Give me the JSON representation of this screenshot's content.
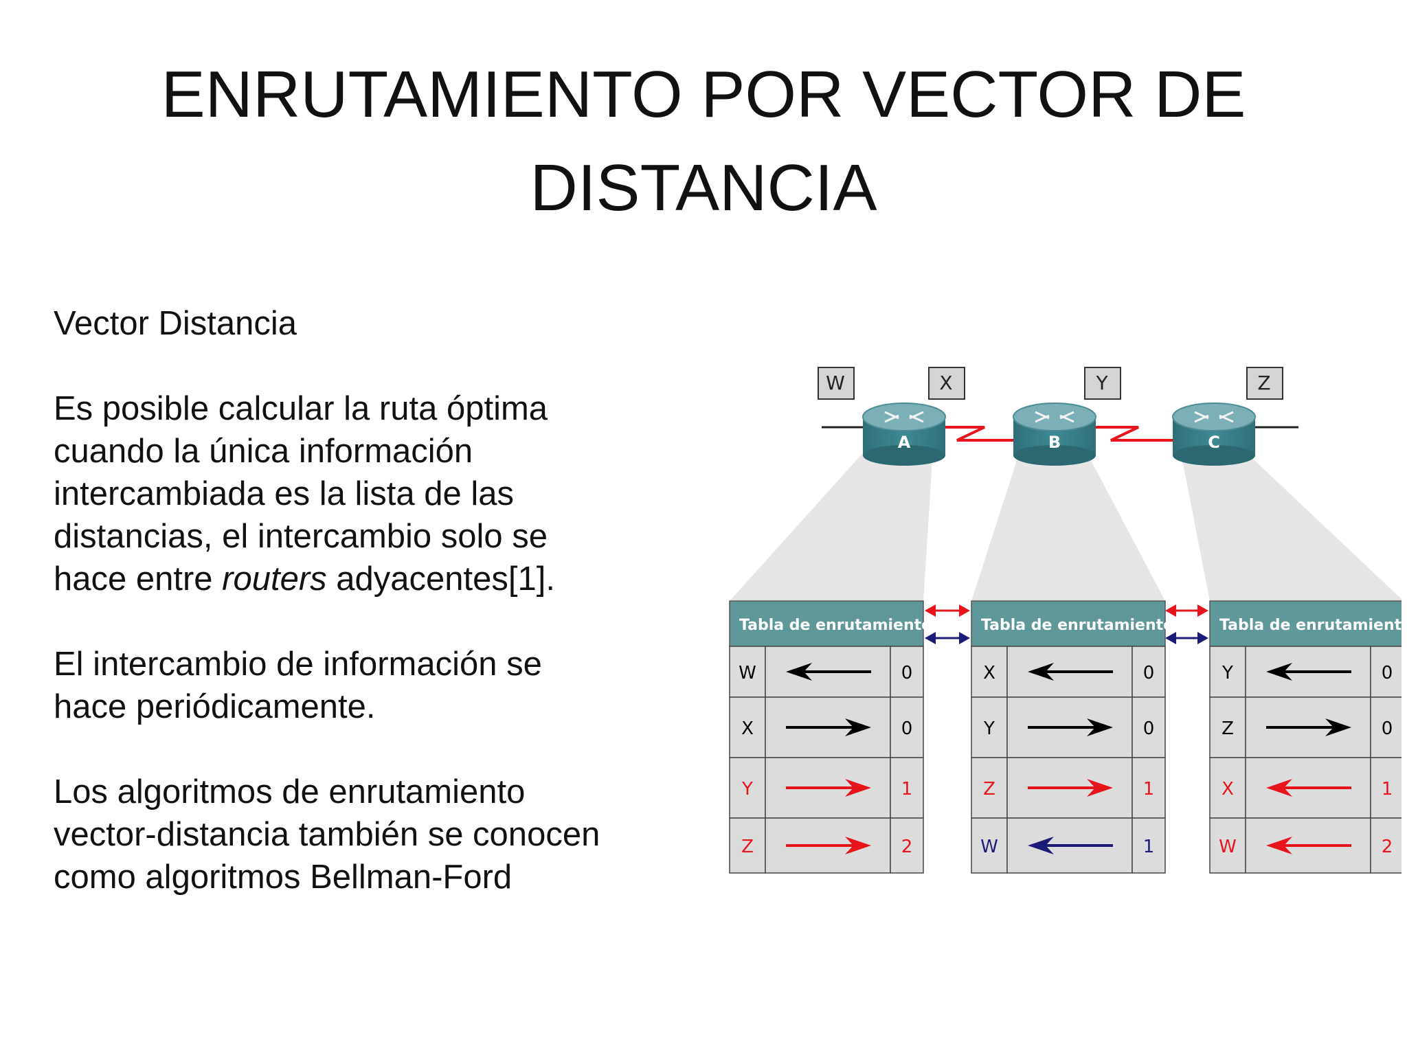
{
  "slide": {
    "title_line1": "ENRUTAMIENTO POR VECTOR DE",
    "title_line2": "DISTANCIA"
  },
  "text": {
    "heading": "Vector Distancia",
    "paragraph1_lines": [
      "Es posible calcular la ruta óptima",
      "cuando la única información",
      "intercambiada es la lista de las",
      "distancias, el intercambio solo se"
    ],
    "paragraph1_last_before": "hace entre ",
    "paragraph1_last_italic": "routers",
    "paragraph1_last_after": " adyacentes[1].",
    "paragraph2_line1": "El intercambio de información se",
    "paragraph2_line2": "hace periódicamente.",
    "paragraph3_lines": [
      "Los algoritmos de enrutamiento",
      "vector-distancia también se conocen",
      "como algoritmos Bellman-Ford"
    ]
  },
  "diagram": {
    "networks": [
      "W",
      "X",
      "Y",
      "Z"
    ],
    "routers": [
      "A",
      "B",
      "C"
    ],
    "colors": {
      "router_body": "#3f8a92",
      "serial_link": "#e8141c",
      "table_header": "#5e9898",
      "table_cell": "#dcdcdc",
      "arrow_black": "#000000",
      "arrow_red": "#e8141c",
      "arrow_blue": "#1c1c78",
      "funnel": "#e6e6e6"
    },
    "tables": [
      {
        "router": "A",
        "header": "Tabla de enrutamiento",
        "rows": [
          {
            "net": "W",
            "dir": "left",
            "metric": "0",
            "color": "black"
          },
          {
            "net": "X",
            "dir": "right",
            "metric": "0",
            "color": "black"
          },
          {
            "net": "Y",
            "dir": "right",
            "metric": "1",
            "color": "red"
          },
          {
            "net": "Z",
            "dir": "right",
            "metric": "2",
            "color": "red"
          }
        ]
      },
      {
        "router": "B",
        "header": "Tabla de enrutamiento",
        "rows": [
          {
            "net": "X",
            "dir": "left",
            "metric": "0",
            "color": "black"
          },
          {
            "net": "Y",
            "dir": "right",
            "metric": "0",
            "color": "black"
          },
          {
            "net": "Z",
            "dir": "right",
            "metric": "1",
            "color": "red"
          },
          {
            "net": "W",
            "dir": "left",
            "metric": "1",
            "color": "blue"
          }
        ]
      },
      {
        "router": "C",
        "header": "Tabla de enrutamiento",
        "rows": [
          {
            "net": "Y",
            "dir": "left",
            "metric": "0",
            "color": "black"
          },
          {
            "net": "Z",
            "dir": "right",
            "metric": "0",
            "color": "black"
          },
          {
            "net": "X",
            "dir": "left",
            "metric": "1",
            "color": "red"
          },
          {
            "net": "W",
            "dir": "left",
            "metric": "2",
            "color": "red"
          }
        ]
      }
    ]
  }
}
